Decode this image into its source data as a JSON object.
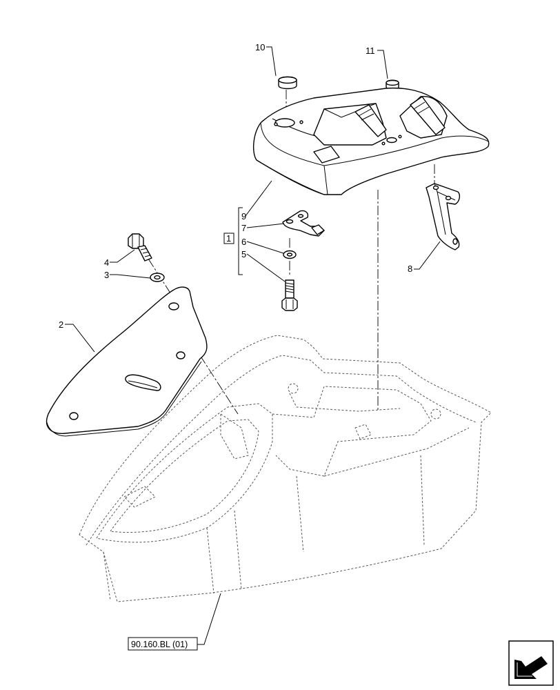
{
  "callouts": {
    "c1": "1",
    "c2": "2",
    "c3": "3",
    "c4": "4",
    "c5": "5",
    "c6": "6",
    "c7": "7",
    "c8": "8",
    "c9": "9",
    "c10": "10",
    "c11": "11"
  },
  "reference": {
    "label": "90.160.BL (01)"
  },
  "nav_icon": "arrow-icon"
}
